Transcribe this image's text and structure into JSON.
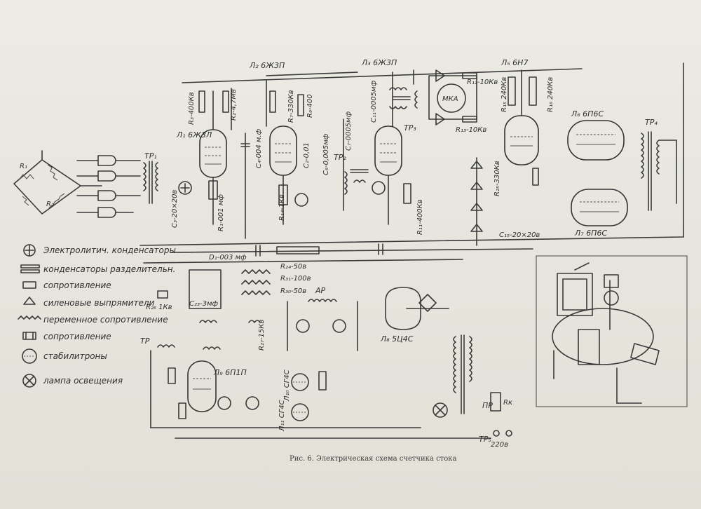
{
  "caption": "Рис. 6. Электрическая схема счетчика стока",
  "tube_labels": {
    "l1": "Л₁ 6Ж3Л",
    "l2": "Л₂ 6Ж3П",
    "l3": "Л₃ 6Ж3П",
    "l5": "Л₅ 6Н7",
    "l6": "Л₆ 6П6С",
    "l7": "Л₇ 6П6С",
    "l8": "Л₈ 5Ц4С",
    "l9": "Л₉ 6П1П",
    "l10": "Л₁₀ СГ4С",
    "l11": "Л₁₁ СГ4С"
  },
  "component_labels": {
    "r3": "R₃-400Кв",
    "r2": "R₂-4,7Мв",
    "r7": "R₇-330Кв",
    "r9": "R₉-400",
    "r12": "R₁₂-10Кв",
    "r13": "R₁₃-10Кв",
    "r15": "R₁₅ 240Кв",
    "r16": "R₁₆ 240Кв",
    "r25": "R₂₅-330Кв",
    "r11": "R₁₁-400Кв",
    "r14": "R₁₄-1Кв",
    "r24": "R₂₄-50в",
    "r31": "R₃₁-100в",
    "r30": "R₃₀-50в",
    "r26": "R₂₆ 1Кв",
    "r27": "R₂₇-15Кв",
    "c4": "С₄-004 м.ф",
    "c6": "С₆-0,005мф",
    "c7": "С₇-0005мф",
    "c11": "С₁₁-0005мф",
    "c3": "С₃-20×20в",
    "c15": "С₁₅-20×20в",
    "c_r1": "R₁-001 мф",
    "c_r2": "С₂-0,01",
    "d1": "D₁-003 мф",
    "c23": "С₂₃-3мф",
    "tr1": "ТР₁",
    "tr2": "ТР₂",
    "tr3": "ТР₃",
    "tr4": "ТР₄",
    "tr5": "ТР₅",
    "tr": "ТР",
    "ar": "АР",
    "mka": "МКА",
    "pr": "ПР",
    "rk": "Rк",
    "v220": "220в",
    "r1": "R₁",
    "r2a": "R₂"
  },
  "legend": [
    {
      "icon": "electrolytic-capacitor-icon",
      "text": "Электролитич. конденсаторы"
    },
    {
      "icon": "coupling-capacitor-icon",
      "text": "конденсаторы разделительн."
    },
    {
      "icon": "resistor-icon",
      "text": "сопротивление"
    },
    {
      "icon": "rectifier-icon",
      "text": "силеновые выпрямители"
    },
    {
      "icon": "variable-resistor-icon",
      "text": "переменное сопротивление"
    },
    {
      "icon": "resistor-alt-icon",
      "text": "сопротивление"
    },
    {
      "icon": "stabilitron-icon",
      "text": "стабилитроны"
    },
    {
      "icon": "lamp-icon",
      "text": "лампа освещения"
    }
  ],
  "colors": {
    "paper": "#e9e7df",
    "ink": "#3a3a3a"
  }
}
